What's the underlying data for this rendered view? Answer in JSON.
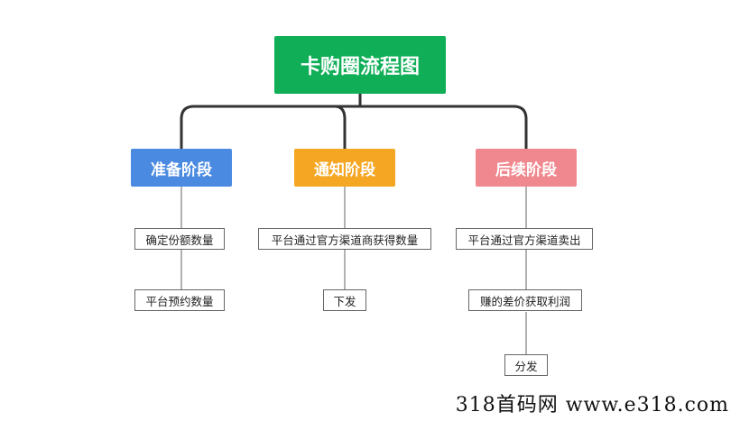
{
  "root": {
    "label": "卡购圈流程图",
    "color": "#0fae57"
  },
  "stages": [
    {
      "label": "准备阶段",
      "color": "#4a8ae0",
      "steps": [
        "确定份额数量",
        "平台预约数量"
      ]
    },
    {
      "label": "通知阶段",
      "color": "#f5a623",
      "steps": [
        "平台通过官方渠道商获得数量",
        "下发"
      ]
    },
    {
      "label": "后续阶段",
      "color": "#f0888f",
      "steps": [
        "平台通过官方渠道卖出",
        "赚的差价获取利润",
        "分发"
      ]
    }
  ],
  "watermark": "318首码网 www.e318.com"
}
